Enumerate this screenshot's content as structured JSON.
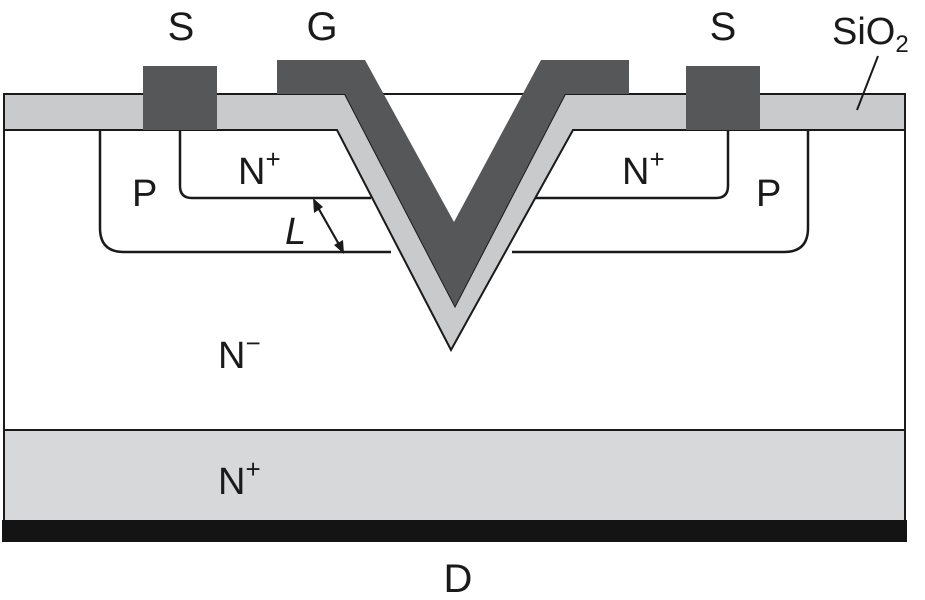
{
  "labels": {
    "source_left": "S",
    "gate": "G",
    "source_right": "S",
    "oxide_base": "SiO",
    "oxide_subscript": "2",
    "p_left": "P",
    "p_right": "P",
    "nplus_left_base": "N",
    "nplus_left_sup": "+",
    "nplus_right_base": "N",
    "nplus_right_sup": "+",
    "channel_length": "L",
    "nminus_base": "N",
    "nminus_sup": "−",
    "substrate_base": "N",
    "substrate_sup": "+",
    "drain": "D"
  },
  "colors": {
    "oxide": "#c9cacc",
    "metal": "#565759",
    "substrate": "#d7d8da",
    "drain_contact": "#141414",
    "outline": "#1a1a1a",
    "body": "#ffffff"
  }
}
